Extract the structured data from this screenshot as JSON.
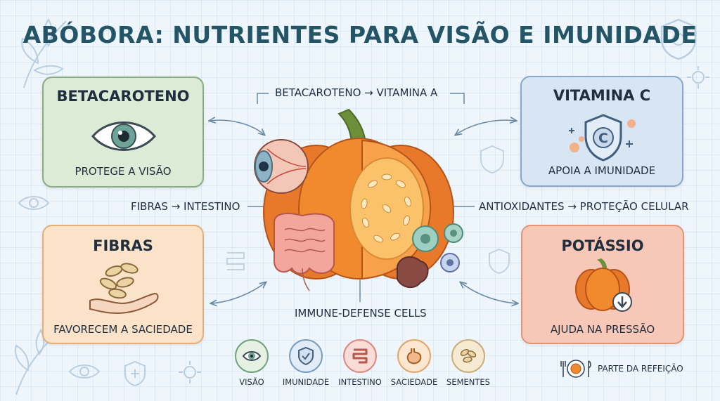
{
  "title": "ABÓBORA: NUTRIENTES PARA VISÃO E IMUNIDADE",
  "cards": {
    "betacaroteno": {
      "title": "BETACAROTENO",
      "subtitle": "PROTEGE A VISÃO",
      "icon": "eye-icon"
    },
    "vitamina_c": {
      "title": "VITAMINA C",
      "subtitle": "APOIA A IMUNIDADE",
      "icon": "shield-icon"
    },
    "fibras": {
      "title": "FIBRAS",
      "subtitle": "FAVORECEM A SACIEDADE",
      "icon": "seeds-hand-icon"
    },
    "potassio": {
      "title": "POTÁSSIO",
      "subtitle": "AJUDA NA PRESSÃO",
      "icon": "pumpkin-down-icon"
    }
  },
  "labels": {
    "beta_vit_a": "BETACAROTENO → VITAMINA A",
    "fibras_intestino": "FIBRAS → INTESTINO",
    "antioxidantes": "ANTIOXIDANTES → PROTEÇÃO CELULAR",
    "immune_cells": "IMMUNE-DEFENSE CELLS"
  },
  "legend": [
    {
      "label": "VISÃO",
      "icon": "eye-icon"
    },
    {
      "label": "IMUNIDADE",
      "icon": "shield-icon"
    },
    {
      "label": "INTESTINO",
      "icon": "intestine-icon"
    },
    {
      "label": "SACIEDADE",
      "icon": "stomach-icon"
    },
    {
      "label": "SEMENTES",
      "icon": "seeds-icon"
    }
  ],
  "footer": {
    "note": "PARTE DA REFEIÇÃO",
    "icon": "plate-icon"
  },
  "colors": {
    "title": "#245566",
    "pumpkin": "#f08a2c",
    "betacaroteno_card": "#dcebd6",
    "vitamina_c_card": "#d8e5f2",
    "fibras_card": "#fbe3c9",
    "potassio_card": "#f7c8b8"
  }
}
